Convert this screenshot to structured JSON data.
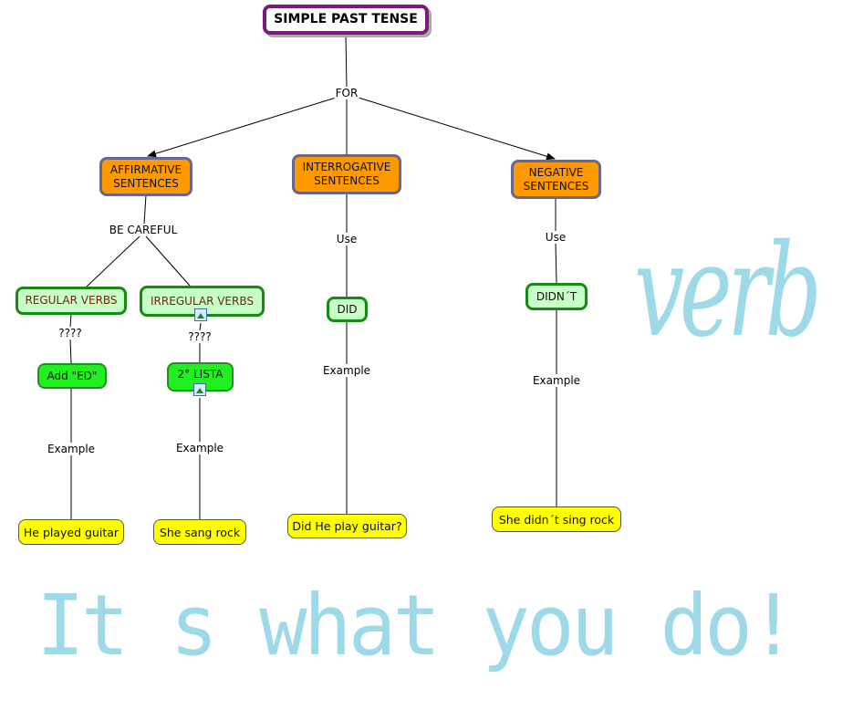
{
  "watermarks": {
    "verb": "verb",
    "motto": "It s what you do!"
  },
  "nodes": {
    "title": "SIMPLE PAST TENSE",
    "affirmative": "AFFIRMATIVE SENTENCES",
    "interrogative": "INTERROGATIVE SENTENCES",
    "negative": "NEGATIVE SENTENCES",
    "regular": "REGULAR VERBS",
    "irregular": "IRREGULAR VERBS",
    "did": "DID",
    "didnt": "DIDN´T",
    "add_ed": "Add \"ED\"",
    "lista": "2° LISTA",
    "ex_regular": "He played guitar",
    "ex_irregular": "She sang rock",
    "ex_interrogative": "Did He play guitar?",
    "ex_negative": "She didn´t sing rock"
  },
  "links": {
    "for": "FOR",
    "be_careful": "BE CAREFUL",
    "use1": "Use",
    "use2": "Use",
    "q1": "????",
    "q2": "????",
    "example1": "Example",
    "example2": "Example",
    "example3": "Example",
    "example4": "Example"
  },
  "colors": {
    "title_border": "#7b1a7d",
    "orange": "#ff9900",
    "light_green": "#c8ffc8",
    "green": "#22ee22",
    "yellow": "#ffff00",
    "watermark": "#9ed9e8"
  }
}
